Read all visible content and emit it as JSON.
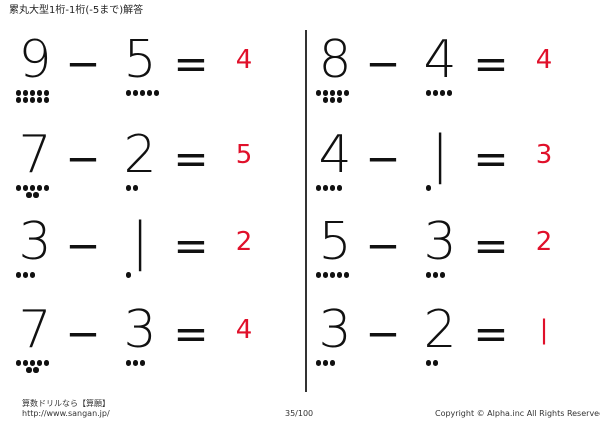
{
  "header": {
    "title": "累丸大型1桁-1桁(-5まで)解答"
  },
  "problems": [
    {
      "a": "9",
      "b": "5",
      "answer": "4",
      "dots_a": 10,
      "dots_b": 5
    },
    {
      "a": "8",
      "b": "4",
      "answer": "4",
      "dots_a": 8,
      "dots_b": 4
    },
    {
      "a": "7",
      "b": "2",
      "answer": "5",
      "dots_a": 7,
      "dots_b": 2
    },
    {
      "a": "4",
      "b": "|",
      "answer": "3",
      "dots_a": 4,
      "dots_b": 1
    },
    {
      "a": "3",
      "b": "|",
      "answer": "2",
      "dots_a": 3,
      "dots_b": 1
    },
    {
      "a": "5",
      "b": "3",
      "answer": "2",
      "dots_a": 5,
      "dots_b": 3
    },
    {
      "a": "7",
      "b": "3",
      "answer": "4",
      "dots_a": 7,
      "dots_b": 3
    },
    {
      "a": "3",
      "b": "2",
      "answer": "|",
      "dots_a": 3,
      "dots_b": 2
    }
  ],
  "symbols": {
    "minus": "−",
    "equals": "="
  },
  "footer": {
    "brand": "算数ドリルなら【算願】",
    "url": "http://www.sangan.jp/",
    "page": "35/100",
    "copyright": "Copyright © Alpha.inc All Rights Reserved."
  },
  "colors": {
    "answer": "#e0102a",
    "text": "#111111"
  }
}
